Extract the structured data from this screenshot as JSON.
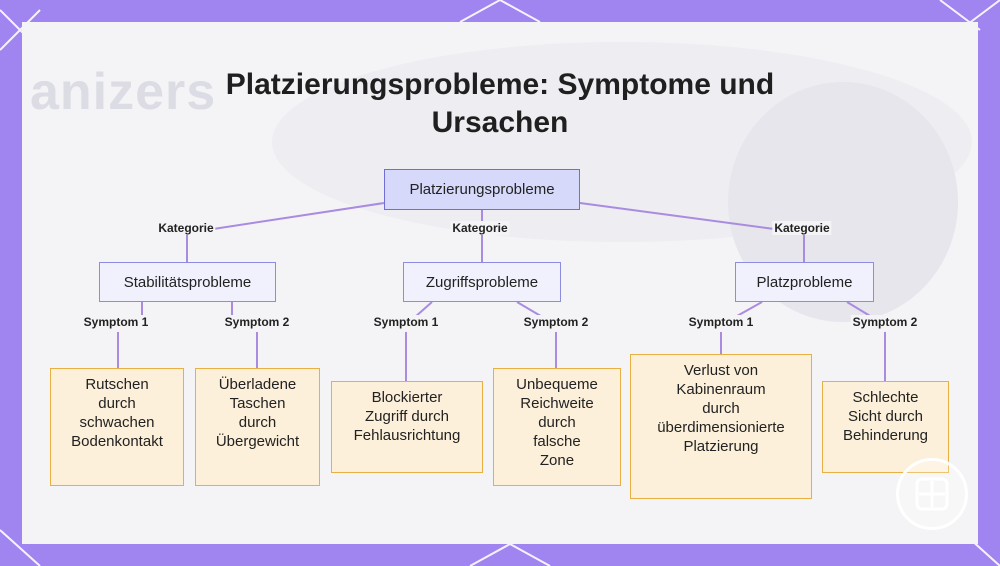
{
  "title": "Platzierungsprobleme: Symptome und\nUrsachen",
  "root": {
    "label": "Platzierungsprobleme"
  },
  "categories": [
    {
      "edge_label": "Kategorie",
      "label": "Stabilitätsprobleme",
      "children": [
        {
          "edge_label": "Symptom 1",
          "label": "Rutschen\ndurch\nschwachen\nBodenkontakt"
        },
        {
          "edge_label": "Symptom 2",
          "label": "Überladene\nTaschen\ndurch\nÜbergewicht"
        }
      ]
    },
    {
      "edge_label": "Kategorie",
      "label": "Zugriffsprobleme",
      "children": [
        {
          "edge_label": "Symptom 1",
          "label": "Blockierter\nZugriff durch\nFehlausrichtung"
        },
        {
          "edge_label": "Symptom 2",
          "label": "Unbequeme\nReichweite\ndurch\nfalsche\nZone"
        }
      ]
    },
    {
      "edge_label": "Kategorie",
      "label": "Platzprobleme",
      "children": [
        {
          "edge_label": "Symptom 1",
          "label": "Verlust von\nKabinenraum\ndurch\nüberdimensionierte\nPlatzierung"
        },
        {
          "edge_label": "Symptom 2",
          "label": "Schlechte\nSicht durch\nBehinderung"
        }
      ]
    }
  ],
  "colors": {
    "frame": "#a084f0",
    "edge": "#a98be0",
    "root_fill": "#d7d9fb",
    "category_fill": "#f1f1fe",
    "leaf_fill": "#fdf0da",
    "leaf_border": "#e8b043"
  },
  "icons": {
    "badge": "grid-logo-icon"
  }
}
